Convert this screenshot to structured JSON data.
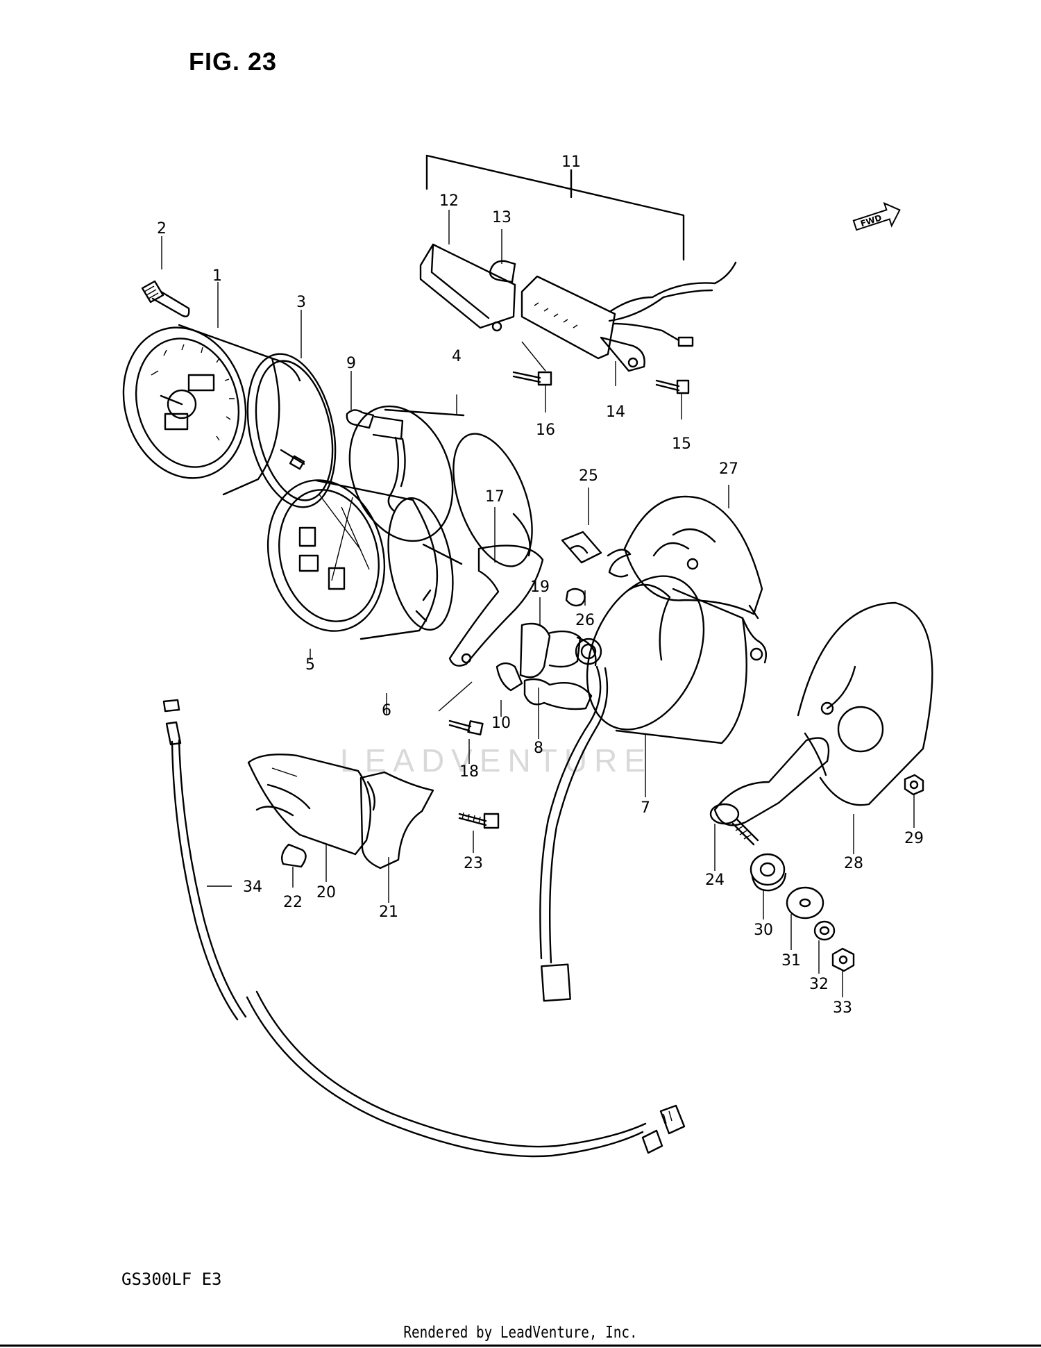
{
  "figure": {
    "title": "FIG. 23",
    "model": "GS300LF  E3",
    "footer": "Rendered by LeadVenture, Inc.",
    "watermark": "LEADVENTURE",
    "fwd_label": "FWD"
  },
  "callouts": [
    {
      "n": "1"
    },
    {
      "n": "2"
    },
    {
      "n": "3"
    },
    {
      "n": "4"
    },
    {
      "n": "5"
    },
    {
      "n": "6"
    },
    {
      "n": "7"
    },
    {
      "n": "8"
    },
    {
      "n": "9"
    },
    {
      "n": "10"
    },
    {
      "n": "11"
    },
    {
      "n": "12"
    },
    {
      "n": "13"
    },
    {
      "n": "14"
    },
    {
      "n": "15"
    },
    {
      "n": "16"
    },
    {
      "n": "17"
    },
    {
      "n": "18"
    },
    {
      "n": "19"
    },
    {
      "n": "20"
    },
    {
      "n": "21"
    },
    {
      "n": "22"
    },
    {
      "n": "23"
    },
    {
      "n": "24"
    },
    {
      "n": "25"
    },
    {
      "n": "26"
    },
    {
      "n": "27"
    },
    {
      "n": "28"
    },
    {
      "n": "29"
    },
    {
      "n": "30"
    },
    {
      "n": "31"
    },
    {
      "n": "32"
    },
    {
      "n": "33"
    },
    {
      "n": "34"
    }
  ]
}
